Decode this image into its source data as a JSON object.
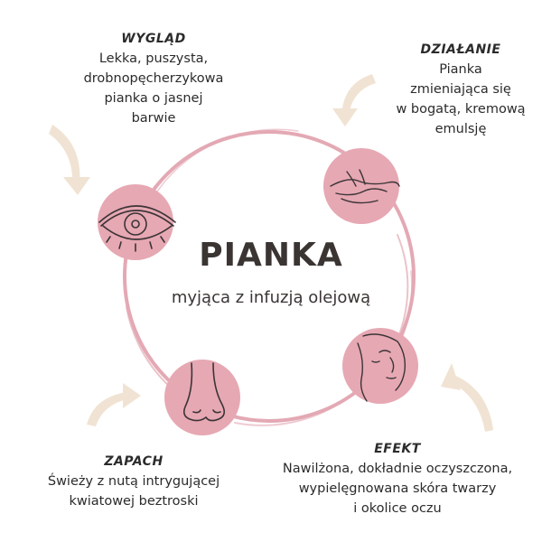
{
  "center": {
    "title": "PIANKA",
    "subtitle_lines": [
      "myjąca z infuzją",
      "olejową"
    ]
  },
  "sections": {
    "wyglad": {
      "title": "WYGLĄD",
      "lines": [
        "Lekka, puszysta,",
        "drobnopęcherzykowa",
        "pianka o jasnej",
        "barwie"
      ],
      "icon": "eye-icon"
    },
    "dzialanie": {
      "title": "DZIAŁANIE",
      "lines": [
        "Pianka",
        "zmieniająca się",
        "w bogatą, kremową",
        "emulsję"
      ],
      "icon": "hand-icon"
    },
    "efekt": {
      "title": "EFEKT",
      "lines": [
        "Nawilżona, dokładnie oczyszczona,",
        "wypielęgnowana skóra twarzy",
        "i okolice oczu"
      ],
      "icon": "face-icon"
    },
    "zapach": {
      "title": "ZAPACH",
      "lines": [
        "Świeży z nutą intrygującej",
        "kwiatowej beztroski"
      ],
      "icon": "nose-icon"
    }
  },
  "colors": {
    "ring": "#e3a9b4",
    "circle_fill": "#e6a8b3",
    "arrow": "#f1e3d3",
    "line_art": "#3b3436",
    "text": "#2b2b2b"
  }
}
